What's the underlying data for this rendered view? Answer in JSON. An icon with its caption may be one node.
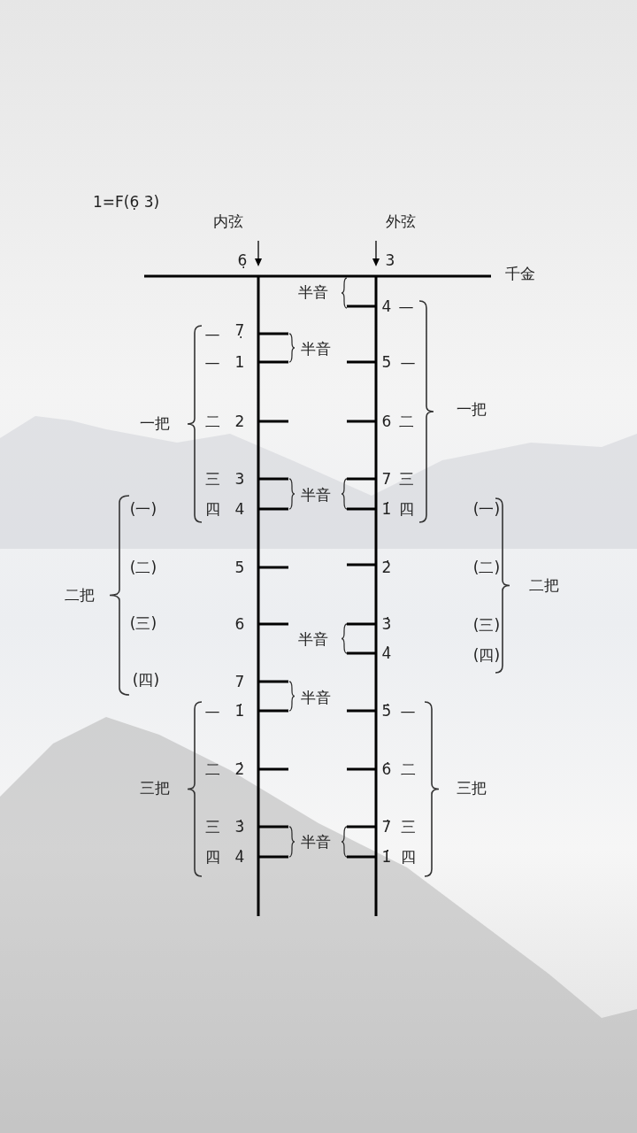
{
  "diagram": {
    "labels": [
      "1=F(6̣  3)",
      "内弦",
      "外弦",
      "6̣",
      "3",
      "千金",
      "半音",
      "4",
      "—",
      "—",
      "7̣",
      "半音",
      "—",
      "1",
      "5",
      "—",
      "一把",
      "二",
      "2",
      "6",
      "二",
      "一把",
      "三",
      "3",
      "半音",
      "7",
      "三",
      "(一)",
      "四",
      "4",
      "1̇",
      "四",
      "(一)",
      "(二)",
      "5",
      "2̇",
      "(二)",
      "二把",
      "二把",
      "(三)",
      "6",
      "半音",
      "3̇",
      "(三)",
      "4̇",
      "(四)",
      "(四)",
      "7",
      "半音",
      "—",
      "1̇",
      "5̇",
      "—",
      "二",
      "2̇",
      "6̇",
      "二",
      "三把",
      "三把",
      "三",
      "3̇",
      "半音",
      "7̇",
      "三",
      "四",
      "4̇",
      "1̇̇",
      "四"
    ]
  }
}
